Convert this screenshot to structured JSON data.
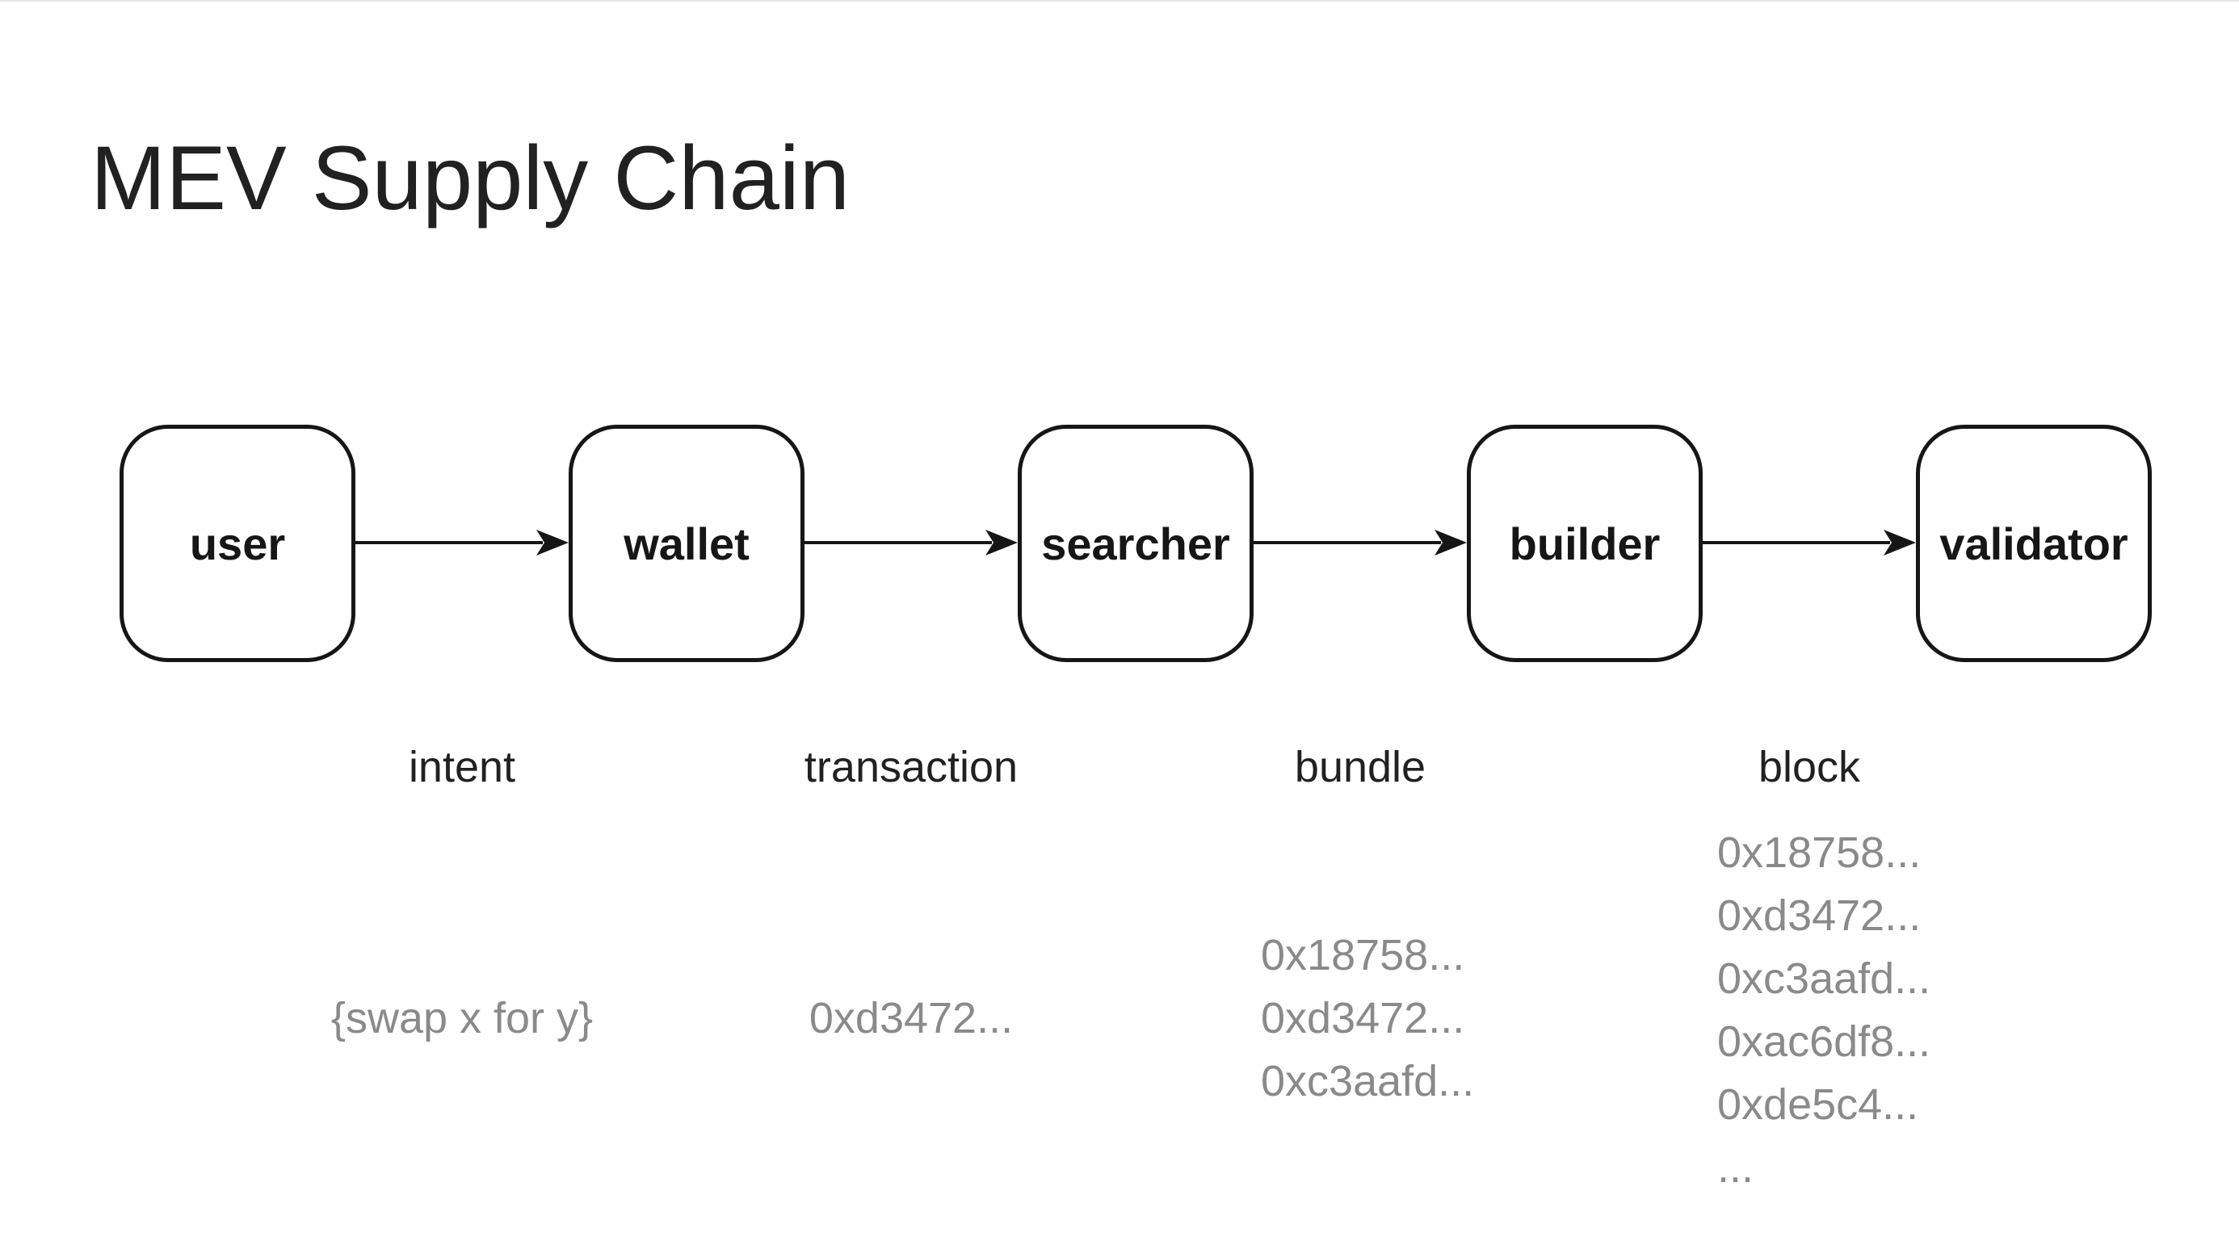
{
  "title": "MEV Supply Chain",
  "diagram": {
    "nodes": [
      {
        "label": "user"
      },
      {
        "label": "wallet"
      },
      {
        "label": "searcher"
      },
      {
        "label": "builder"
      },
      {
        "label": "validator"
      }
    ],
    "edges": [
      {
        "label": "intent",
        "payload": [
          "{swap x for y}"
        ]
      },
      {
        "label": "transaction",
        "payload": [
          "0xd3472..."
        ]
      },
      {
        "label": "bundle",
        "payload": [
          "0x18758...",
          "0xd3472...",
          "0xc3aafd..."
        ]
      },
      {
        "label": "block",
        "payload": [
          "0x18758...",
          "0xd3472...",
          "0xc3aafd...",
          "0xac6df8...",
          "0xde5c4...",
          "..."
        ]
      }
    ]
  },
  "colors": {
    "background": "#ffffff",
    "top_hairline": "#e7e7e7",
    "title_text": "#212121",
    "node_border": "#161616",
    "node_label_text": "#161616",
    "edge_label_text": "#212121",
    "payload_text": "#8a8a8a",
    "arrow": "#161616"
  }
}
